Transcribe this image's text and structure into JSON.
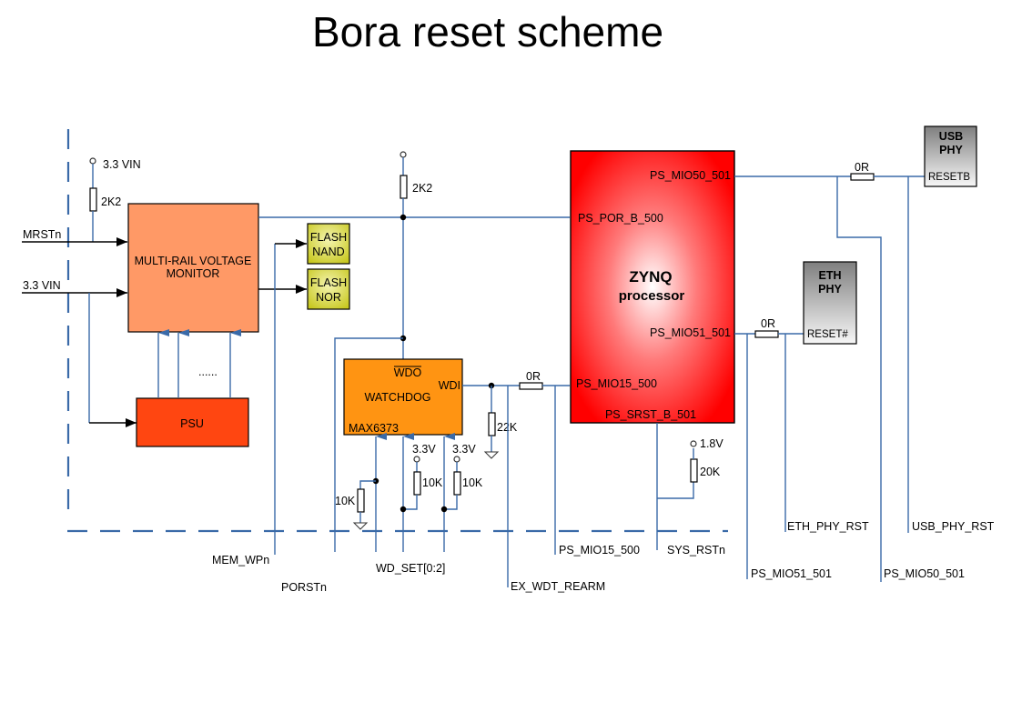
{
  "title": "Bora reset scheme",
  "colors": {
    "wire": "#3A6AA8",
    "voltage_monitor": "#FF9966",
    "psu": "#FF4611",
    "watchdog": "#FF9412",
    "flash": "#D9D92A",
    "zynq_edge": "#FF0000",
    "zynq_center": "#FFFFFF",
    "phy_top": "#808080",
    "phy_bottom": "#F5F5F5"
  },
  "blocks": {
    "voltage_monitor": {
      "line1": "MULTI-RAIL VOLTAGE",
      "line2": "MONITOR"
    },
    "psu": {
      "label": "PSU"
    },
    "flash_nand": {
      "line1": "FLASH",
      "line2": "NAND"
    },
    "flash_nor": {
      "line1": "FLASH",
      "line2": "NOR"
    },
    "watchdog": {
      "pin_out": "WDO",
      "label": "WATCHDOG",
      "pin_in": "WDI",
      "part": "MAX6373"
    },
    "zynq": {
      "line1": "ZYNQ",
      "line2": "processor",
      "pins": {
        "mio50": "PS_MIO50_501",
        "por": "PS_POR_B_500",
        "mio51": "PS_MIO51_501",
        "mio15": "PS_MIO15_500",
        "srst": "PS_SRST_B_501"
      }
    },
    "usb_phy": {
      "line1": "USB",
      "line2": "PHY",
      "pin": "RESETB"
    },
    "eth_phy": {
      "line1": "ETH",
      "line2": "PHY",
      "pin": "RESET#"
    }
  },
  "supplies": {
    "vin_top": "3.3 VIN",
    "wd_set1": "3.3V",
    "wd_set2": "3.3V",
    "srst": "1.8V"
  },
  "resistors": {
    "mrst_pullup": "2K2",
    "por_pullup": "2K2",
    "wd_set0_pulldown": "10K",
    "wd_set1_pullup": "10K",
    "wd_set2_pullup": "10K",
    "wdi_pulldown": "22K",
    "wdi_series": "0R",
    "srst_pullup": "20K",
    "usb_series": "0R",
    "eth_series": "0R"
  },
  "inputs": {
    "mrstn": "MRSTn",
    "vin": "3.3 VIN"
  },
  "psu_ellipsis": "......",
  "signals": {
    "mem_wpn": "MEM_WPn",
    "porstn": "PORSTn",
    "wd_set": "WD_SET[0:2]",
    "ex_wdt_rearm": "EX_WDT_REARM",
    "ps_mio15_500": "PS_MIO15_500",
    "sys_rstn": "SYS_RSTn",
    "ps_mio51_501": "PS_MIO51_501",
    "eth_phy_rst": "ETH_PHY_RST",
    "ps_mio50_501": "PS_MIO50_501",
    "usb_phy_rst": "USB_PHY_RST"
  }
}
